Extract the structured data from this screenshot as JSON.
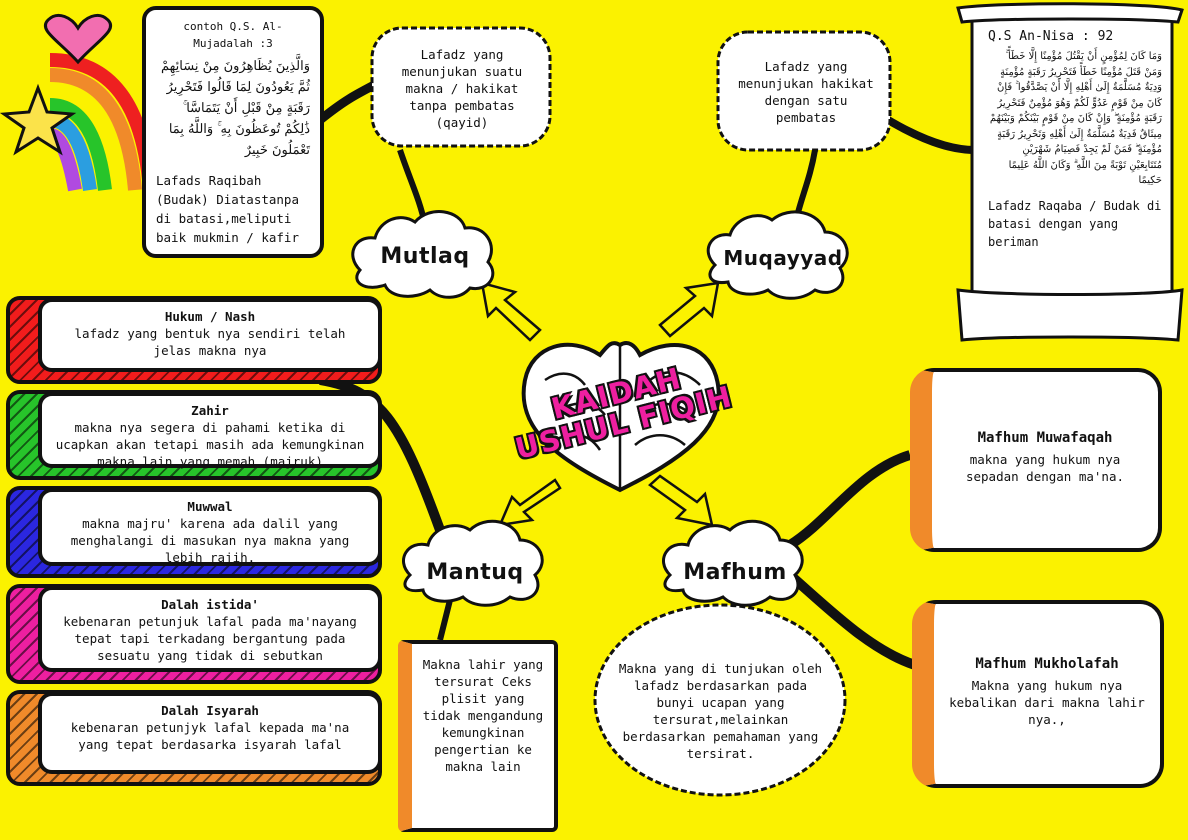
{
  "center_title": {
    "line1": "KAIDAH",
    "line2": "USHUL FIQIH"
  },
  "clouds": {
    "mutlaq": "Mutlaq",
    "muqayyad": "Muqayyad",
    "mantuq": "Mantuq",
    "mafhum": "Mafhum"
  },
  "mutlaq_def": "Lafadz yang menunjukan suatu makna / hakikat tanpa pembatas (qayid)",
  "muqayyad_def": "Lafadz yang menunjukan hakikat dengan satu pembatas",
  "mujadalah_card": {
    "heading": "contoh Q.S. Al-Mujadalah :3",
    "arabic": "وَالَّذِينَ يُظَاهِرُونَ مِنْ نِسَائِهِمْ ثُمَّ يَعُودُونَ لِمَا قَالُوا فَتَحْرِيرُ رَقَبَةٍ مِنْ قَبْلِ أَنْ يَتَمَاسَّا ۚ ذَٰلِكُمْ تُوعَظُونَ بِهِ ۚ وَاللَّهُ بِمَا تَعْمَلُونَ خَبِيرٌ",
    "note": "Lafads Raqibah (Budak) Diatastanpa di batasi,meliputi baik mukmin / kafir"
  },
  "nisa_card": {
    "heading": "Q.S An-Nisa : 92",
    "arabic": "وَمَا كَانَ لِمُؤْمِنٍ أَنْ يَقْتُلَ مُؤْمِنًا إِلَّا خَطَأً ۚ وَمَنْ قَتَلَ مُؤْمِنًا خَطَأً فَتَحْرِيرُ رَقَبَةٍ مُؤْمِنَةٍ وَدِيَةٌ مُسَلَّمَةٌ إِلَىٰ أَهْلِهِ إِلَّا أَنْ يَصَّدَّقُوا ۚ فَإِنْ كَانَ مِنْ قَوْمٍ عَدُوٍّ لَكُمْ وَهُوَ مُؤْمِنٌ فَتَحْرِيرُ رَقَبَةٍ مُؤْمِنَةٍ ۖ وَإِنْ كَانَ مِنْ قَوْمٍ بَيْنَكُمْ وَبَيْنَهُمْ مِيثَاقٌ فَدِيَةٌ مُسَلَّمَةٌ إِلَىٰ أَهْلِهِ وَتَحْرِيرُ رَقَبَةٍ مُؤْمِنَةٍ ۖ فَمَنْ لَمْ يَجِدْ فَصِيَامُ شَهْرَيْنِ مُتَتَابِعَيْنِ تَوْبَةً مِنَ اللَّهِ ۗ وَكَانَ اللَّهُ عَلِيمًا حَكِيمًا",
    "note": "Lafadz Raqaba / Budak di batasi dengan yang beriman"
  },
  "books": [
    {
      "title": "Hukum / Nash",
      "text": "lafadz yang bentuk nya sendiri telah jelas makna nya",
      "color": "#f21c1c"
    },
    {
      "title": "Zahir",
      "text": "makna nya segera di pahami ketika di ucapkan akan tetapi masih ada kemungkinan makna lain yang memah (majruk)",
      "color": "#27c42a"
    },
    {
      "title": "Muwwal",
      "text": "makna majru' karena ada dalil yang menghalangi di masukan nya makna yang lebih rajih.",
      "color": "#2b27e0"
    },
    {
      "title": "Dalah istida'",
      "text": "kebenaran petunjuk lafal pada ma'nayang tepat tapi terkadang bergantung pada sesuatu yang tidak di sebutkan",
      "color": "#ee1fa0"
    },
    {
      "title": "Dalah Isyarah",
      "text": "kebenaran petunjyk lafal kepada ma'na yang tepat berdasarka isyarah lafal",
      "color": "#f08a2a"
    }
  ],
  "mantuq_def": "Makna lahir yang tersurat Ceks plisit yang tidak mengandung kemungkinan pengertian ke makna lain",
  "mafhum_def": "Makna yang di tunjukan oleh lafadz berdasarkan pada bunyi ucapan yang tersurat,melainkan berdasarkan pemahaman yang tersirat.",
  "mafhum_muwafaqah": {
    "title": "Mafhum Muwafaqah",
    "text": "makna yang hukum nya sepadan dengan ma'na."
  },
  "mafhum_mukholafah": {
    "title": "Mafhum Mukholafah",
    "text": "Makna yang hukum nya kebalikan dari makna lahir nya.,"
  },
  "colors": {
    "background": "#fbf200",
    "pink": "#ee1fa0",
    "orange": "#f08a2a",
    "outline": "#111111"
  }
}
